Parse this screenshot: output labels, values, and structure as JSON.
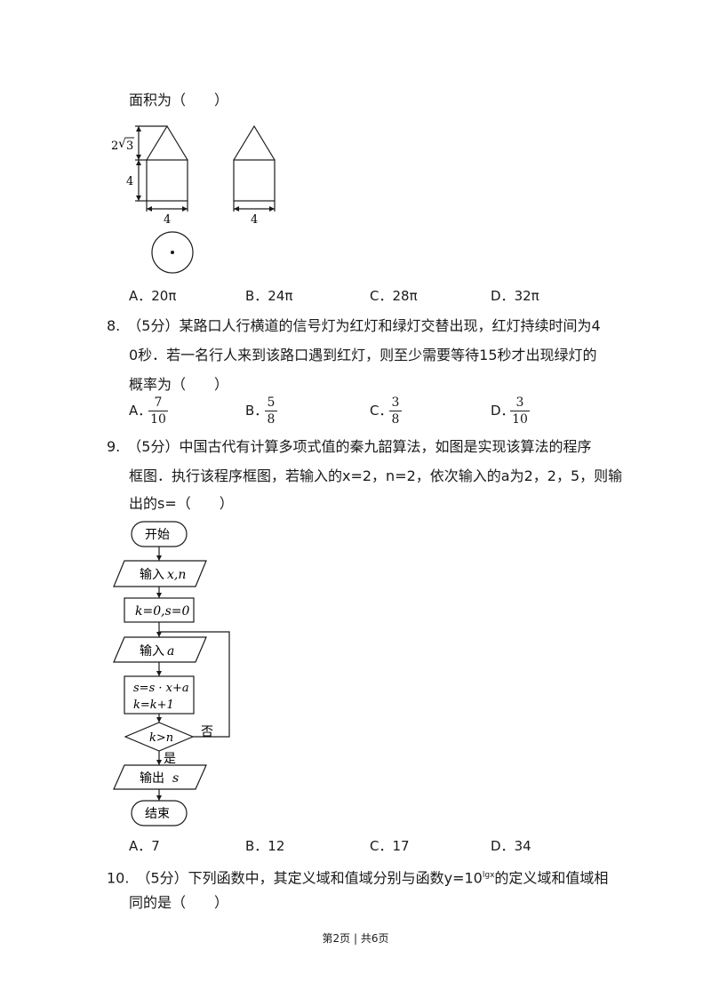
{
  "q7": {
    "tail": "面积为（　　）",
    "fig": {
      "h1": "2",
      "h2": "3",
      "h3": "4",
      "w1": "4",
      "w2": "4"
    },
    "options": [
      {
        "label": "A．",
        "value": "20π"
      },
      {
        "label": "B．",
        "value": "24π"
      },
      {
        "label": "C．",
        "value": "28π"
      },
      {
        "label": "D．",
        "value": "32π"
      }
    ]
  },
  "q8": {
    "line1": "8.　（5分）某路口人行横道的信号灯为红灯和绿灯交替出现，红灯持续时间为4",
    "line2": "0秒．若一名行人来到该路口遇到红灯，则至少需要等待15秒才出现绿灯的",
    "line3": "概率为（　　）",
    "options": [
      {
        "label": "A．",
        "num": "7",
        "den": "10"
      },
      {
        "label": "B．",
        "num": "5",
        "den": "8"
      },
      {
        "label": "C．",
        "num": "3",
        "den": "8"
      },
      {
        "label": "D．",
        "num": "3",
        "den": "10"
      }
    ]
  },
  "q9": {
    "line1": "9.　（5分）中国古代有计算多项式值的秦九韶算法，如图是实现该算法的程序",
    "line2": "框图．执行该程序框图，若输入的x=2，n=2，依次输入的a为2，2，5，则输",
    "line3": "出的s=（　　）",
    "flow": {
      "start": "开始",
      "in1_a": "输入",
      "in1_b": "x,n",
      "init": "k=0,s=0",
      "in2_a": "输入",
      "in2_b": "a",
      "proc1": "s=s · x+a",
      "proc2": "k=k+1",
      "cond": "k>n",
      "no": "否",
      "yes": "是",
      "out_a": "输出",
      "out_b": "s",
      "end": "结束"
    },
    "options": [
      {
        "label": "A．",
        "value": "7"
      },
      {
        "label": "B．",
        "value": "12"
      },
      {
        "label": "C．",
        "value": "17"
      },
      {
        "label": "D．",
        "value": "34"
      }
    ]
  },
  "q10": {
    "line1_a": "10.　（5分）下列函数中，其定义域和值域分别与函数y=10",
    "line1_sup": "lgx",
    "line1_b": "的定义域和值域相",
    "line2": "同的是（　　）"
  },
  "footer": "第2页 | 共6页"
}
